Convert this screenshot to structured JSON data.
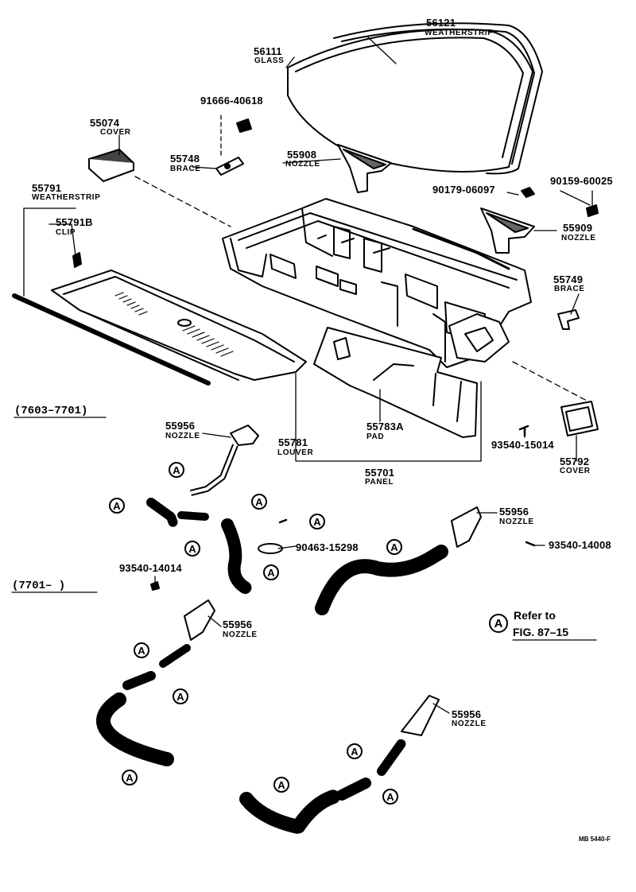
{
  "parts": [
    {
      "id": "56121",
      "num": "56121",
      "name": "WEATHERSTRIP"
    },
    {
      "id": "56111",
      "num": "56111",
      "name": "GLASS"
    },
    {
      "id": "91666",
      "num": "91666-40618",
      "name": ""
    },
    {
      "id": "55074",
      "num": "55074",
      "name": "COVER"
    },
    {
      "id": "55748",
      "num": "55748",
      "name": "BRACE"
    },
    {
      "id": "55908",
      "num": "55908",
      "name": "NOZZLE"
    },
    {
      "id": "90179",
      "num": "90179-06097",
      "name": ""
    },
    {
      "id": "90159",
      "num": "90159-60025",
      "name": ""
    },
    {
      "id": "55909",
      "num": "55909",
      "name": "NOZZLE"
    },
    {
      "id": "55791",
      "num": "55791",
      "name": "WEATHERSTRIP"
    },
    {
      "id": "55791B",
      "num": "55791B",
      "name": "CLIP"
    },
    {
      "id": "55749",
      "num": "55749",
      "name": "BRACE"
    },
    {
      "id": "55956a",
      "num": "55956",
      "name": "NOZZLE"
    },
    {
      "id": "55781",
      "num": "55781",
      "name": "LOUVER"
    },
    {
      "id": "55783A",
      "num": "55783A",
      "name": "PAD"
    },
    {
      "id": "93540-15014",
      "num": "93540-15014",
      "name": ""
    },
    {
      "id": "55792",
      "num": "55792",
      "name": "COVER"
    },
    {
      "id": "55701",
      "num": "55701",
      "name": "PANEL"
    },
    {
      "id": "55956b",
      "num": "55956",
      "name": "NOZZLE"
    },
    {
      "id": "93540-14008",
      "num": "93540-14008",
      "name": ""
    },
    {
      "id": "90463",
      "num": "90463-15298",
      "name": ""
    },
    {
      "id": "93540-14014",
      "num": "93540-14014",
      "name": ""
    },
    {
      "id": "55956c",
      "num": "55956",
      "name": "NOZZLE"
    },
    {
      "id": "55956d",
      "num": "55956",
      "name": "NOZZLE"
    }
  ],
  "eras": [
    "(7603–7701)",
    "(7701–       )"
  ],
  "reference": {
    "marker": "A",
    "line1": "Refer to",
    "line2": "FIG. 87–15"
  },
  "callout_letter": "A",
  "footer_code": "MB 5440-F"
}
